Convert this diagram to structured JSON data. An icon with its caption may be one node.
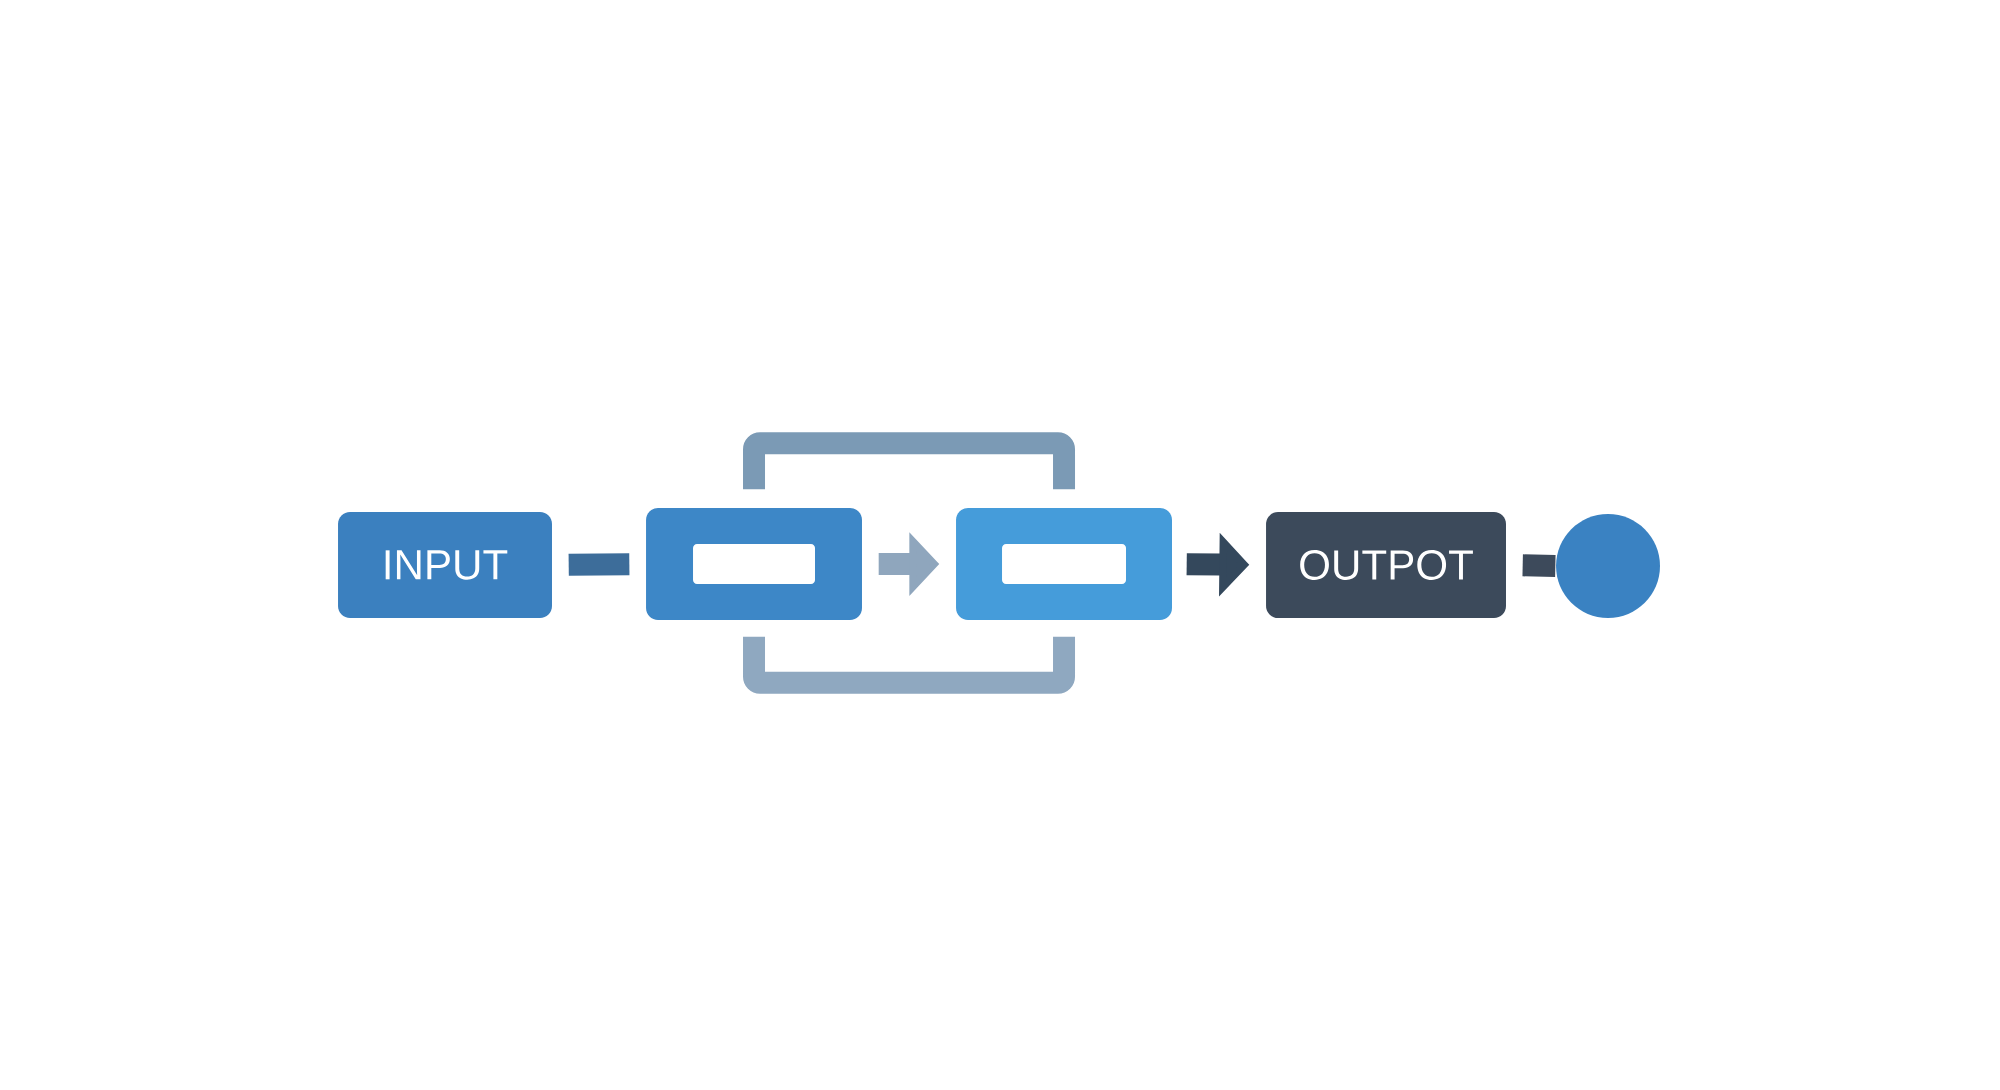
{
  "diagram": {
    "nodes": [
      {
        "text": [
          "INPUT"
        ]
      },
      {
        "text": [],
        "shape": "box"
      },
      {
        "text": [],
        "shape": "box",
        "in": 1
      },
      {
        "text": [],
        "shape": "box"
      },
      {
        "text": [],
        "shape": "box",
        "in": 3
      },
      {
        "text": [
          "OUTPOT"
        ]
      },
      {
        "text": [],
        "shape": "circle"
      }
    ],
    "edges": [
      {
        "from": 0,
        "to": 1,
        "arrow": "none",
        "color": "#3d6d9a"
      },
      {
        "from": 1,
        "to": 3,
        "arrow": "to",
        "color": "#8fa6bd"
      },
      {
        "from": 3,
        "to": 5,
        "arrow": "to",
        "color": "#34485c"
      },
      {
        "from": 5,
        "to": 6,
        "arrow": "none",
        "color": "#3d4a5b"
      },
      {
        "from": 1,
        "to": 3,
        "arrow": "none",
        "color": "#7b9ab5"
      },
      {
        "from": 1,
        "to": 3,
        "arrow": "none",
        "color": "#8fa8c0"
      }
    ]
  }
}
